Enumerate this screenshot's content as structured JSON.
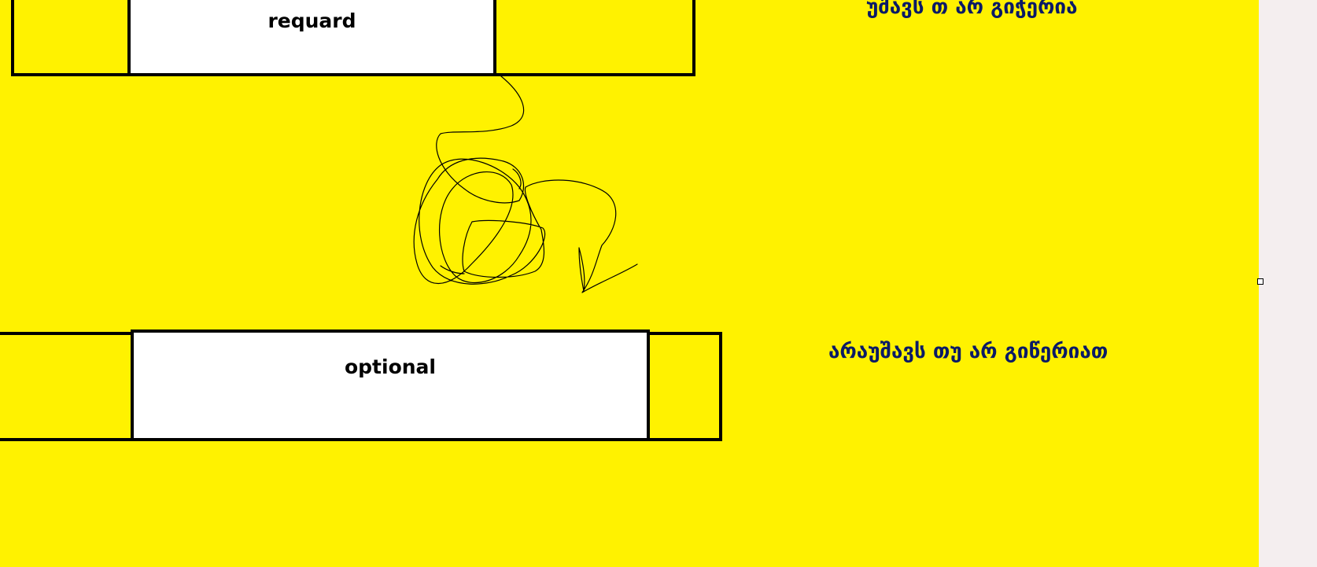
{
  "canvas": {
    "background_color": "#fff200",
    "outside_color": "#f4eeef"
  },
  "required_section": {
    "box_label": "requard",
    "side_text": "უშავს თ არ გიჭერია"
  },
  "optional_section": {
    "box_label": "optional",
    "side_text": "არაუშავს თუ არ გიწერიათ"
  },
  "icons": {
    "resize_handle": "resize-handle-icon"
  }
}
